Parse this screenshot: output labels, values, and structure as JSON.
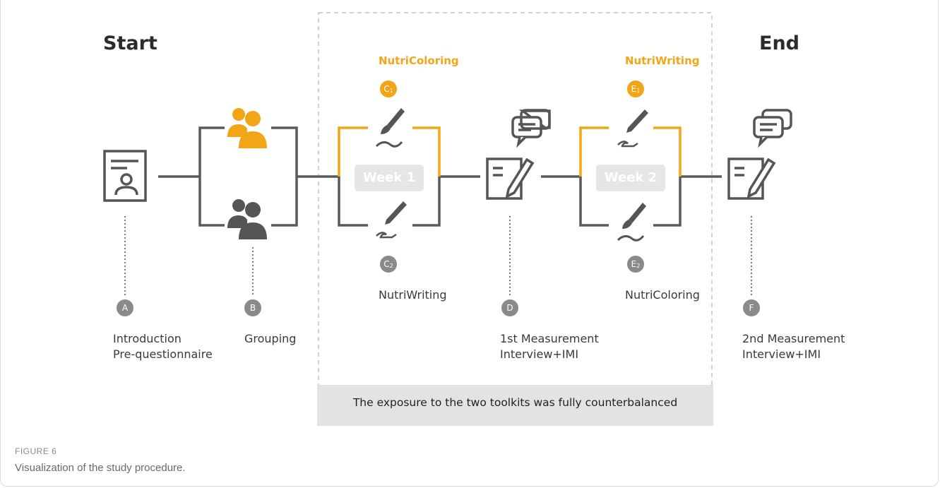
{
  "start_label": "Start",
  "end_label": "End",
  "top_left_toolkit": "NutriColoring",
  "top_right_toolkit": "NutriWriting",
  "bottom_left_toolkit": "NutriWriting",
  "bottom_right_toolkit": "NutriColoring",
  "week1": "Week 1",
  "week2": "Week 2",
  "badges": {
    "A": "A",
    "B": "B",
    "C1": "C",
    "C1_sub": "1",
    "C2": "C",
    "C2_sub": "2",
    "D": "D",
    "E1": "E",
    "E1_sub": "1",
    "E2": "E",
    "E2_sub": "2",
    "F": "F"
  },
  "steps": {
    "A_line1": "Introduction",
    "A_line2": "Pre-questionnaire",
    "B": "Grouping",
    "D_line1": "1st Measurement",
    "D_line2": "Interview+IMI",
    "F_line1": "2nd Measurement",
    "F_line2": "Interview+IMI"
  },
  "note": "The exposure to the two toolkits was fully counterbalanced",
  "figure_label": "FIGURE 6",
  "figure_caption": "Visualization of the study procedure.",
  "colors": {
    "accent": "#f2a516",
    "icon": "#555555",
    "line": "#5a5a5a"
  }
}
